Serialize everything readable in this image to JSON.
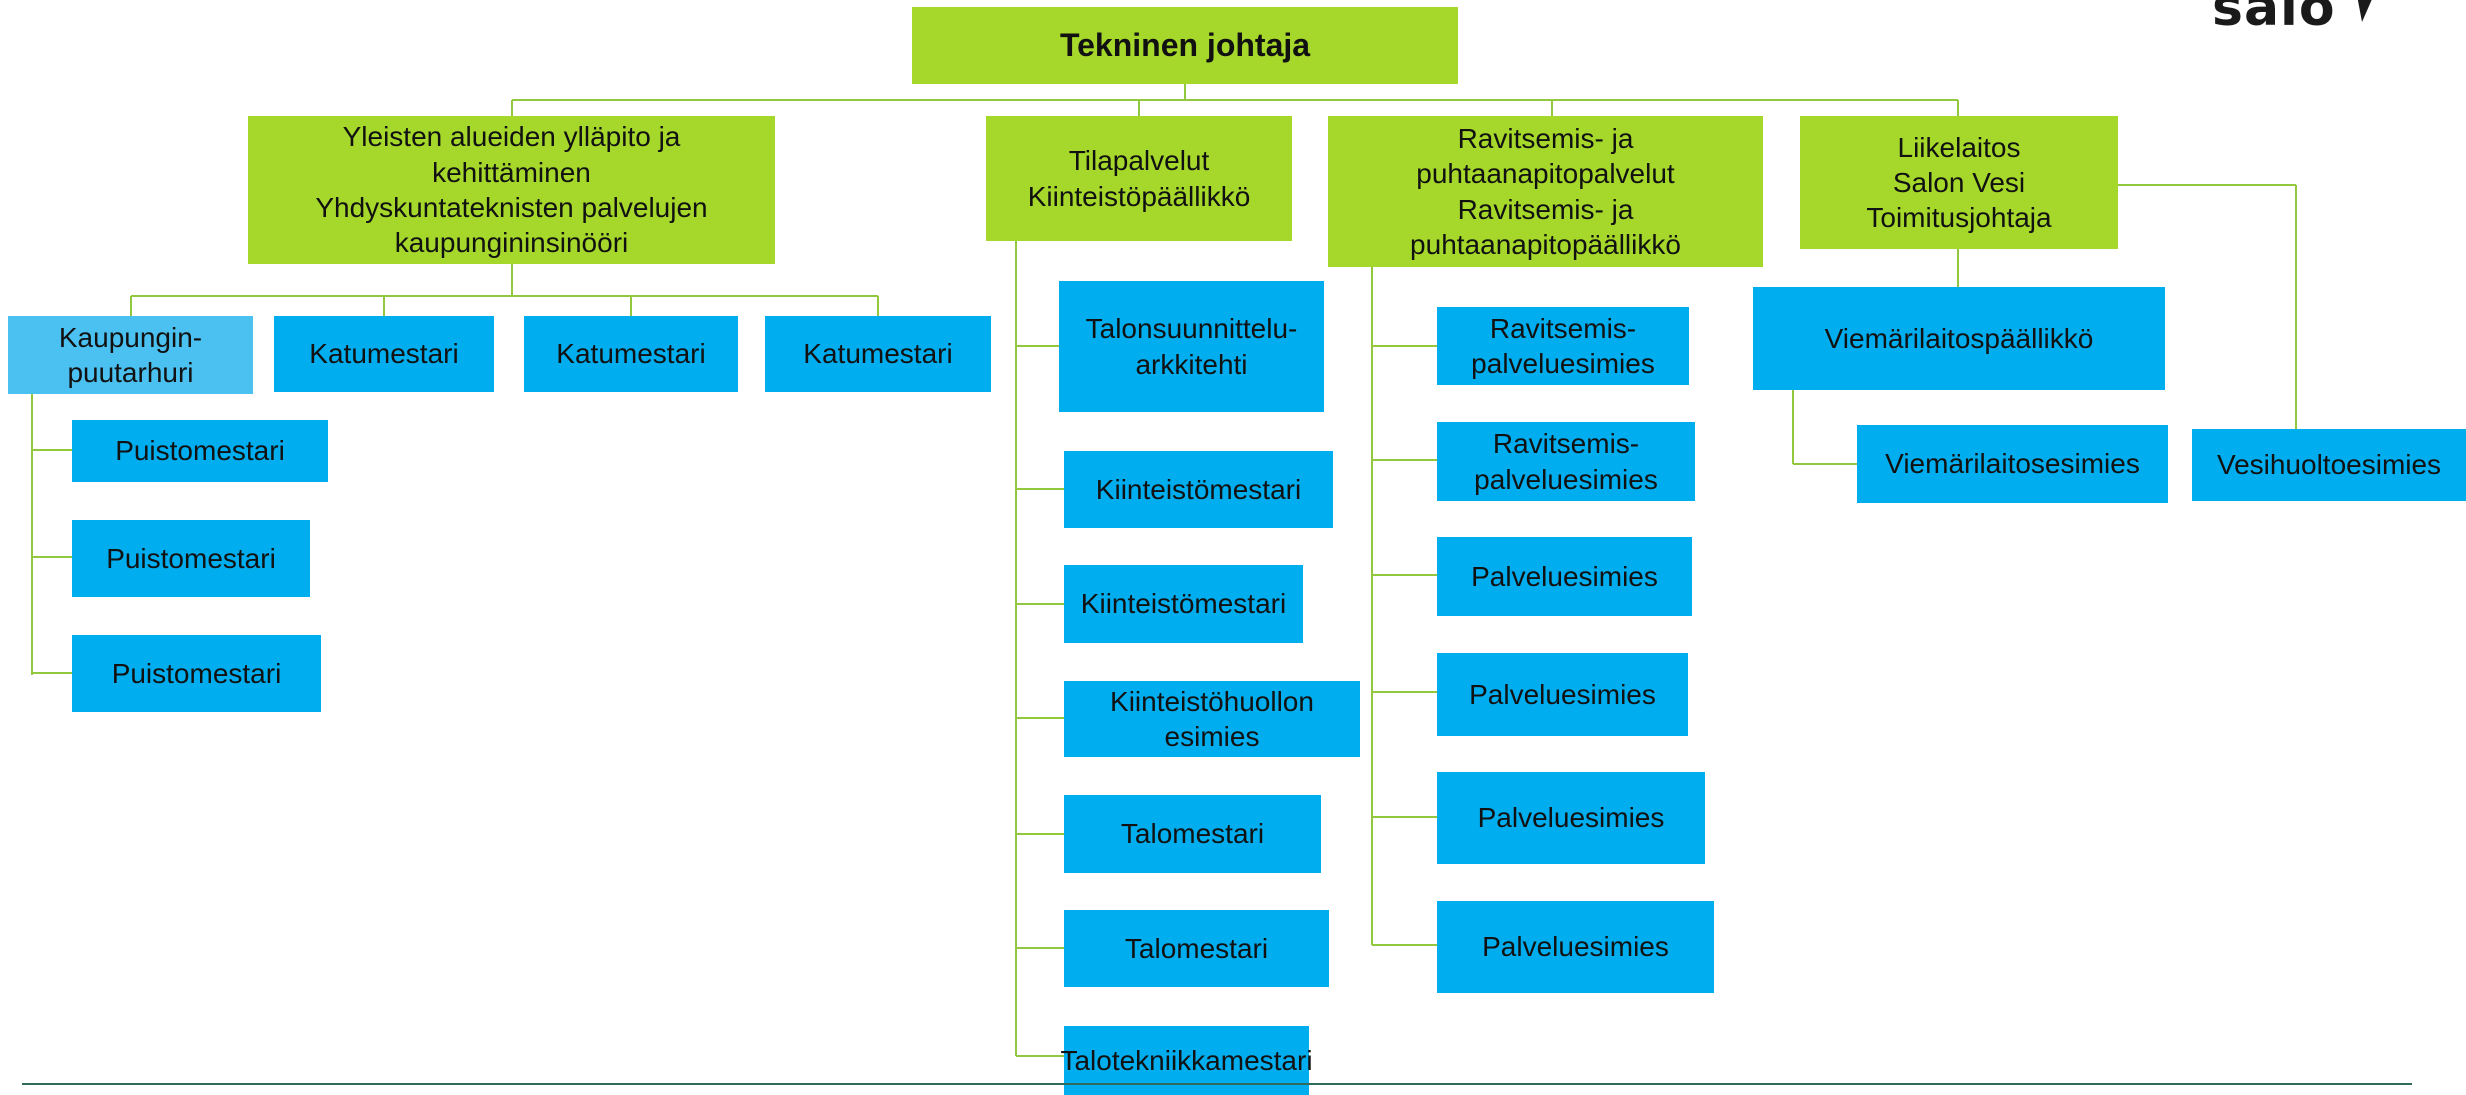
{
  "header": {
    "logo_text": "salo",
    "logo_icon": "salo-arrow-icon",
    "root_title": "Tekninen johtaja"
  },
  "departments": {
    "yleiset": "Yleisten alueiden ylläpito ja\nkehittäminen\nYhdyskuntateknisten palvelujen\nkaupungininsinööri",
    "tilapalvelut": "Tilapalvelut\nKiinteistöpäällikkö",
    "ravitsemis": "Ravitsemis- ja\npuhtaanapitopalvelut\nRavitsemis- ja\npuhtaanapitopäällikkö",
    "liikelaitos": "Liikelaitos\nSalon Vesi\nToimitusjohtaja"
  },
  "yleiset_staff": {
    "kaupunginpuutarhuri": "Kaupungin-\npuutarhuri",
    "katumestarit": [
      "Katumestari",
      "Katumestari",
      "Katumestari"
    ],
    "puistomestarit": [
      "Puistomestari",
      "Puistomestari",
      "Puistomestari"
    ]
  },
  "tilapalvelut_staff": [
    "Talonsuunnittelu-\narkkitehti",
    "Kiinteistömestari",
    "Kiinteistömestari",
    "Kiinteistöhuollon\nesimies",
    "Talomestari",
    "Talomestari",
    "Talotekniikkamestari"
  ],
  "ravitsemis_staff": [
    "Ravitsemis-\npalveluesimies",
    "Ravitsemis-\npalveluesimies",
    "Palveluesimies",
    "Palveluesimies",
    "Palveluesimies",
    "Palveluesimies"
  ],
  "liikelaitos_staff": {
    "viemarilaitospaallikko": "Viemärilaitospäällikkö",
    "viemarilaitosesimies": "Viemärilaitosesimies",
    "vesihuoltoesimies": "Vesihuoltoesimies"
  },
  "colors": {
    "management_box": "#a5d82a",
    "staff_box": "#00adef",
    "highlight_box": "#4bc1f1",
    "connector": "#92c83e",
    "footer_line": "#2f6b5a"
  }
}
